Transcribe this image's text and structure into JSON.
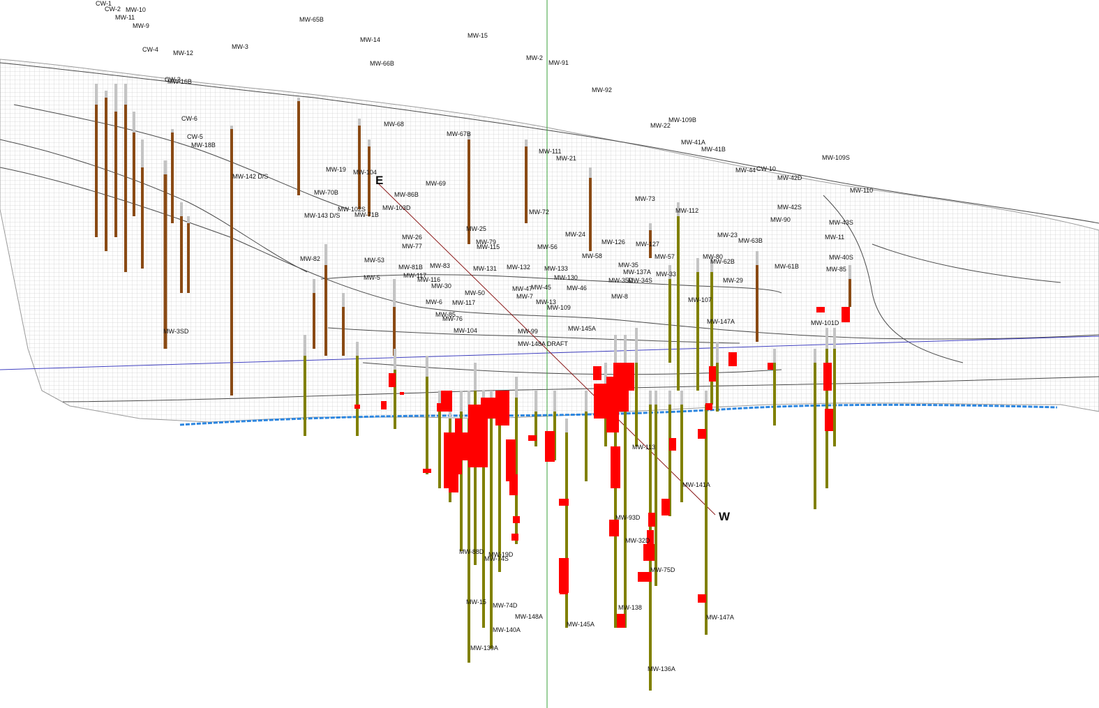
{
  "section": {
    "end_a": "E",
    "end_b": "W"
  },
  "colors": {
    "mesh": "#b9b9b9",
    "contour": "#4a4a4a",
    "casing": "#c4c4c4",
    "screen_upper": "#8a4a14",
    "screen_lower": "#808000",
    "hit": "#ff0000",
    "water_table": "#2c86e0",
    "horizon_line": "#4040c0",
    "section_line": "#8b1a1a",
    "cursor_line": "#3aa03a"
  },
  "labels": [
    "CW-1",
    "CW-2",
    "MW-10",
    "MW-11",
    "MW-9",
    "CW-4",
    "MW-12",
    "MW-3",
    "MW-65B",
    "MW-14",
    "MW-15",
    "MW-66B",
    "MW-2",
    "MW-91",
    "CW-3",
    "MW-16B",
    "MW-92",
    "CW-6",
    "CW-5",
    "MW-18B",
    "MW-68",
    "MW-67B",
    "MW-109B",
    "MW-22",
    "MW-41A",
    "MW-41B",
    "MW-111",
    "MW-21",
    "MW-109S",
    "MW-44",
    "CW-10",
    "MW-42D",
    "MW-142 D/S",
    "MW-19",
    "MW-104",
    "MW-69",
    "MW-86B",
    "MW-73",
    "MW-110",
    "MW-70B",
    "MW-102S",
    "MW-103D",
    "MW-143 D/S",
    "MW-71B",
    "MW-72",
    "MW-112",
    "MW-42S",
    "MW-90",
    "MW-25",
    "MW-24",
    "MW-23",
    "MW-63B",
    "MW-43S",
    "MW-11",
    "MW-26",
    "MW-79",
    "MW-77",
    "MW-115",
    "MW-56",
    "MW-126",
    "MW-127",
    "MW-58",
    "MW-57",
    "MW-80",
    "MW-62B",
    "MW-85",
    "MW-40S",
    "MW-82",
    "MW-53",
    "MW-81B",
    "MW-83",
    "MW-131",
    "MW-132",
    "MW-133",
    "MW-35",
    "MW-61B",
    "MW-5",
    "MW-117",
    "MW-130",
    "MW-137A",
    "MW-33",
    "MW-29",
    "MW-116",
    "MW-30",
    "MW-47",
    "MW-45",
    "MW-46",
    "MW-35D",
    "MW-34S",
    "MW-50",
    "MW-7",
    "MW-8",
    "MW-6",
    "MW-117",
    "MW-13",
    "MW-109",
    "MW-107",
    "MW-85",
    "MW-76",
    "MW-104",
    "MW-99",
    "MW-145A",
    "MW-147A",
    "MW-101D",
    "MW-3SD",
    "MW-148A DRAFT",
    "MW-113",
    "MW-141A",
    "MW-93D",
    "MW-32D",
    "MW-75D",
    "MW-88D",
    "MW-19D",
    "MW-74S",
    "MW-15",
    "MW-74D",
    "MW-148A",
    "MW-140A",
    "MW-145A",
    "MW-138",
    "MW-139A",
    "MW-147A",
    "MW-136A"
  ]
}
